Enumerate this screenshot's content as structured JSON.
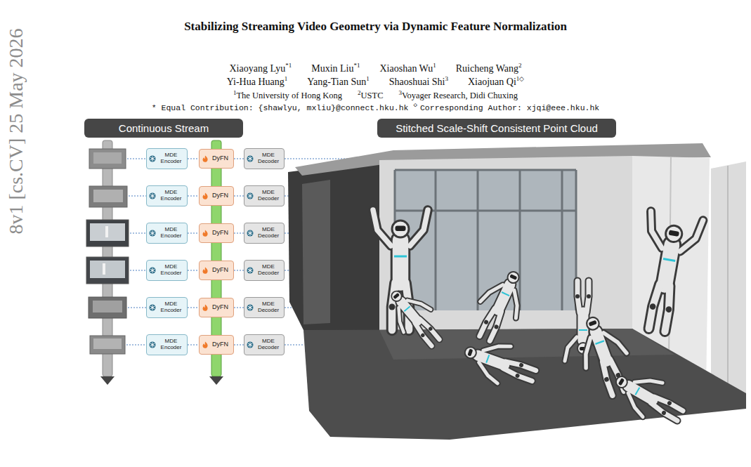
{
  "diagram": {
    "title": "Stabilizing Streaming Video Geometry via Dynamic Feature Normalization",
    "nodes": [
      {
        "text": [
          "Continuous Stream"
        ]
      },
      {
        "text": [
          "Stitched Scale-Shift Consistent Point Cloud"
        ]
      },
      {
        "text": [
          "MDE Encoder"
        ]
      },
      {
        "text": [
          "DyFN"
        ]
      },
      {
        "text": [
          "MDE Decoder"
        ]
      },
      {
        "text": [
          "MDE Encoder"
        ]
      },
      {
        "text": [
          "DyFN"
        ]
      },
      {
        "text": [
          "MDE Decoder"
        ]
      },
      {
        "text": [
          "MDE Encoder"
        ]
      },
      {
        "text": [
          "DyFN"
        ]
      },
      {
        "text": [
          "MDE Decoder"
        ]
      },
      {
        "text": [
          "MDE Encoder"
        ]
      },
      {
        "text": [
          "DyFN"
        ]
      },
      {
        "text": [
          "MDE Decoder"
        ]
      },
      {
        "text": [
          "MDE Encoder"
        ]
      },
      {
        "text": [
          "DyFN"
        ]
      },
      {
        "text": [
          "MDE Decoder"
        ]
      },
      {
        "text": [
          "MDE Encoder"
        ]
      },
      {
        "text": [
          "DyFN"
        ]
      },
      {
        "text": [
          "MDE Decoder"
        ]
      }
    ],
    "edges": [
      {
        "from": 2,
        "to": 3,
        "arrow": "none"
      },
      {
        "from": 3,
        "to": 4,
        "arrow": "none"
      },
      {
        "from": 5,
        "to": 6,
        "arrow": "none"
      },
      {
        "from": 6,
        "to": 7,
        "arrow": "none"
      },
      {
        "from": 8,
        "to": 9,
        "arrow": "none"
      },
      {
        "from": 9,
        "to": 10,
        "arrow": "none"
      },
      {
        "from": 11,
        "to": 12,
        "arrow": "none"
      },
      {
        "from": 12,
        "to": 13,
        "arrow": "none"
      },
      {
        "from": 14,
        "to": 15,
        "arrow": "none"
      },
      {
        "from": 15,
        "to": 16,
        "arrow": "none"
      },
      {
        "from": 17,
        "to": 18,
        "arrow": "none"
      },
      {
        "from": 18,
        "to": 19,
        "arrow": "none"
      }
    ],
    "labels": [
      "8v1 [cs.CV] 25 May 2026",
      "Xiaoyang Lyu",
      "*1",
      "Muxin Liu",
      "*1",
      "Xiaoshan Wu",
      "1",
      "Ruicheng Wang",
      "2",
      "Yi-Hua Huang",
      "1",
      "Yang-Tian Sun",
      "1",
      "Shaoshuai Shi",
      "3",
      "Xiaojuan Qi",
      "1◇",
      "1",
      "The University of Hong Kong",
      "2",
      "USTC",
      "3",
      "Voyager Research, Didi Chuxing",
      "* Equal Contribution: {shawlyu, mxliu}@connect.hku.hk",
      "◇",
      "Corresponding Author: xjqi@eee.hku.hk"
    ]
  }
}
